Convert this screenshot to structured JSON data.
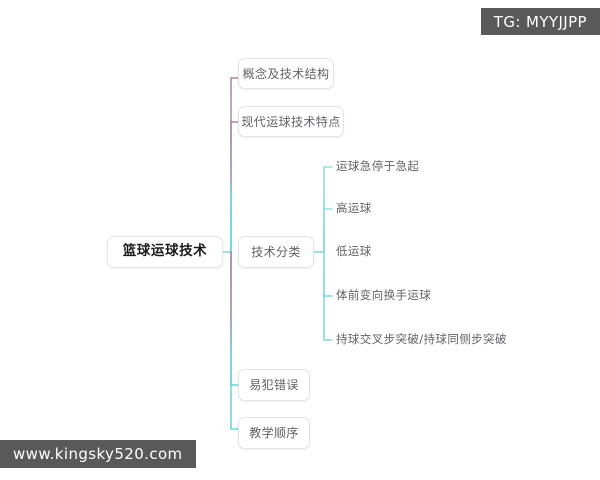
{
  "mindmap": {
    "root": {
      "label": "篮球运球技术"
    },
    "branches": [
      {
        "label": "概念及技术结构"
      },
      {
        "label": "现代运球技术特点"
      },
      {
        "label": "技术分类"
      },
      {
        "label": "易犯错误"
      },
      {
        "label": "教学顺序"
      }
    ],
    "subtopics": [
      {
        "label": "运球急停于急起"
      },
      {
        "label": "高运球"
      },
      {
        "label": "低运球"
      },
      {
        "label": "体前变向换手运球"
      },
      {
        "label": "持球交叉步突破/持球同侧步突破"
      }
    ],
    "colors": {
      "trunk_top": "#9b6f8e",
      "trunk_bottom": "#3fd0d4",
      "subbranch": "#6fd2d8",
      "node_border": "#e2e4e7",
      "node_text": "#5f6368",
      "root_text": "#1b1b1b",
      "background": "#ffffff",
      "watermark_bg": "#595959",
      "watermark_text": "#ffffff"
    }
  },
  "watermarks": {
    "top_right": "TG: MYYJJPP",
    "bottom_left": "www.kingsky520.com"
  }
}
